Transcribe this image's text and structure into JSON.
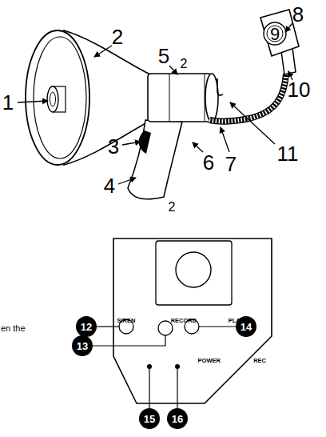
{
  "diagram": {
    "nodes": [
      {
        "text": [
          "SIREN",
          "RECORD",
          "PLAY",
          "POWER",
          "REC"
        ]
      },
      {
        "text": [
          "12"
        ]
      },
      {
        "text": [
          "13"
        ]
      },
      {
        "text": [
          "14"
        ]
      },
      {
        "text": [
          "15"
        ]
      },
      {
        "text": [
          "16"
        ]
      }
    ],
    "labels": [
      "1",
      "2",
      "3",
      "4",
      "5",
      "2",
      "6",
      "7",
      "8",
      "9",
      "10",
      "11",
      "2",
      "en the"
    ]
  }
}
